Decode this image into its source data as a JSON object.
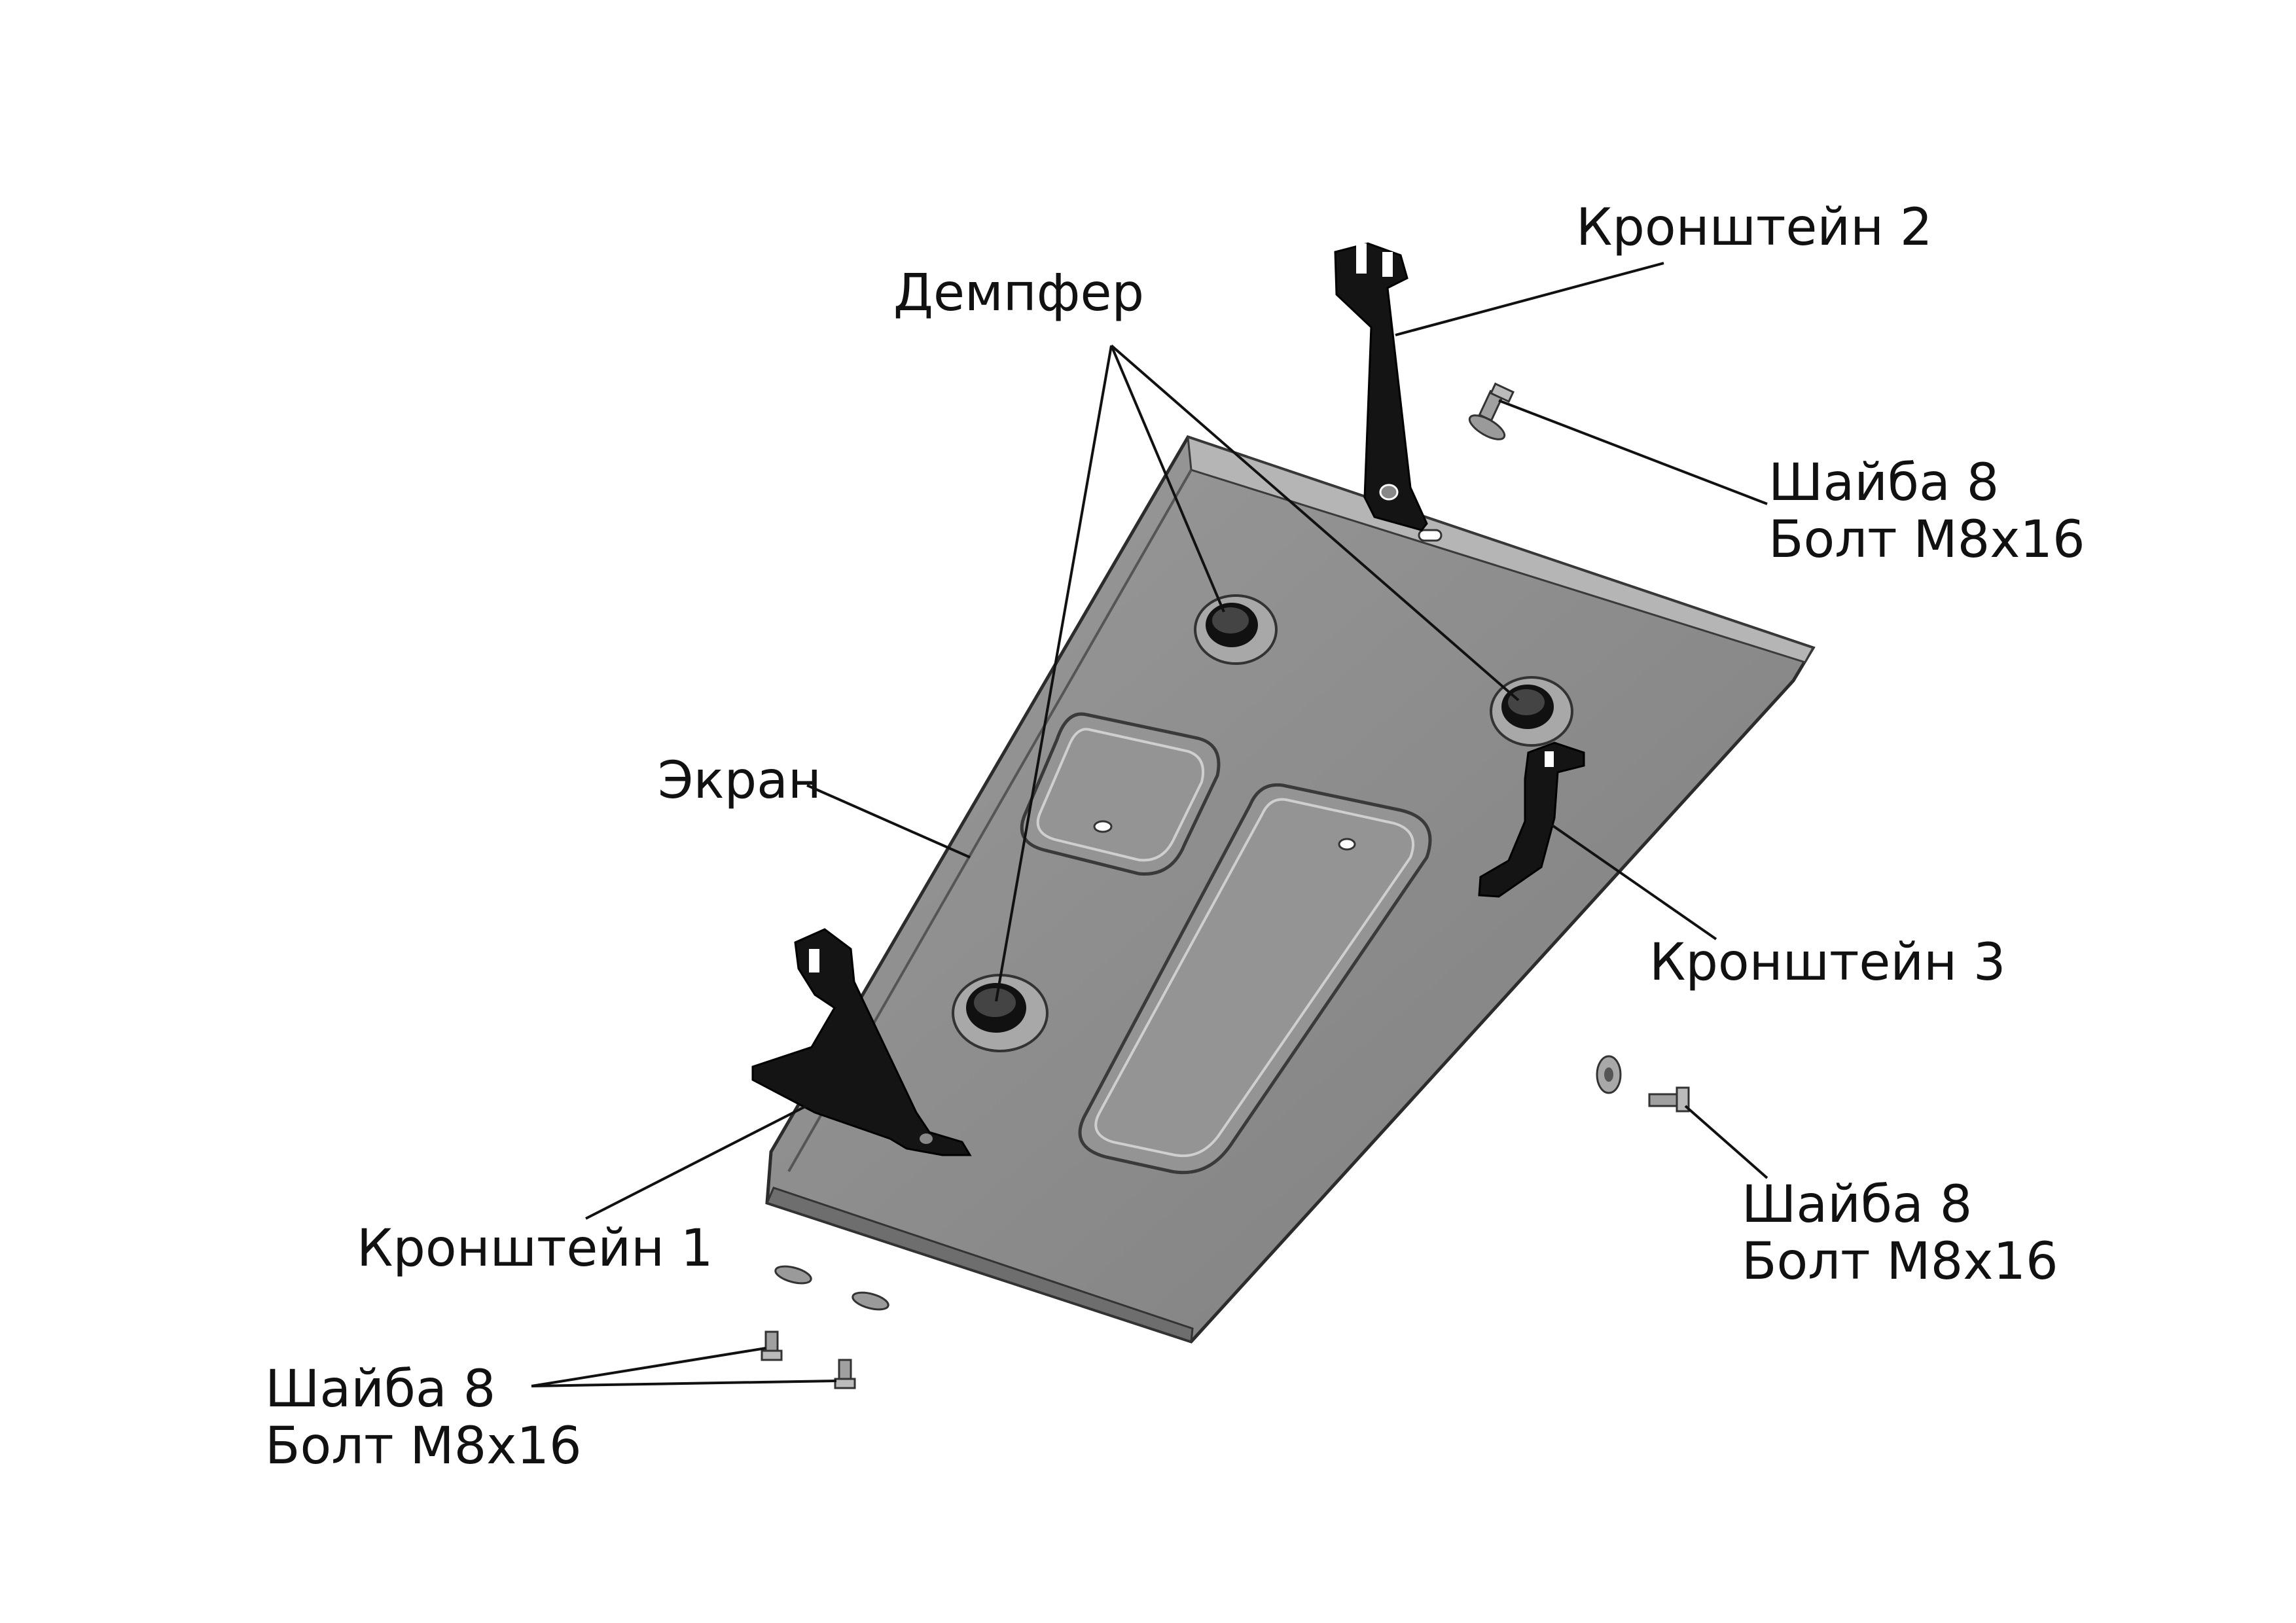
{
  "labels": {
    "damper": "Демпфер",
    "bracket_2": "Кронштейн 2",
    "bracket_3": "Кронштейн 3",
    "bracket_1": "Кронштейн 1",
    "screen": "Экран",
    "fasteners_top_right": {
      "washer": "Шайба 8",
      "bolt": "Болт М8х16"
    },
    "fasteners_bottom_right": {
      "washer": "Шайба 8",
      "bolt": "Болт М8х16"
    },
    "fasteners_bottom_left": {
      "washer": "Шайба 8",
      "bolt": "Болт М8х16"
    }
  },
  "colors": {
    "plate": "#8c8c8c",
    "plate_edge": "#3a3a3a",
    "bracket": "#141414",
    "leader": "#111111",
    "background": "#ffffff"
  }
}
